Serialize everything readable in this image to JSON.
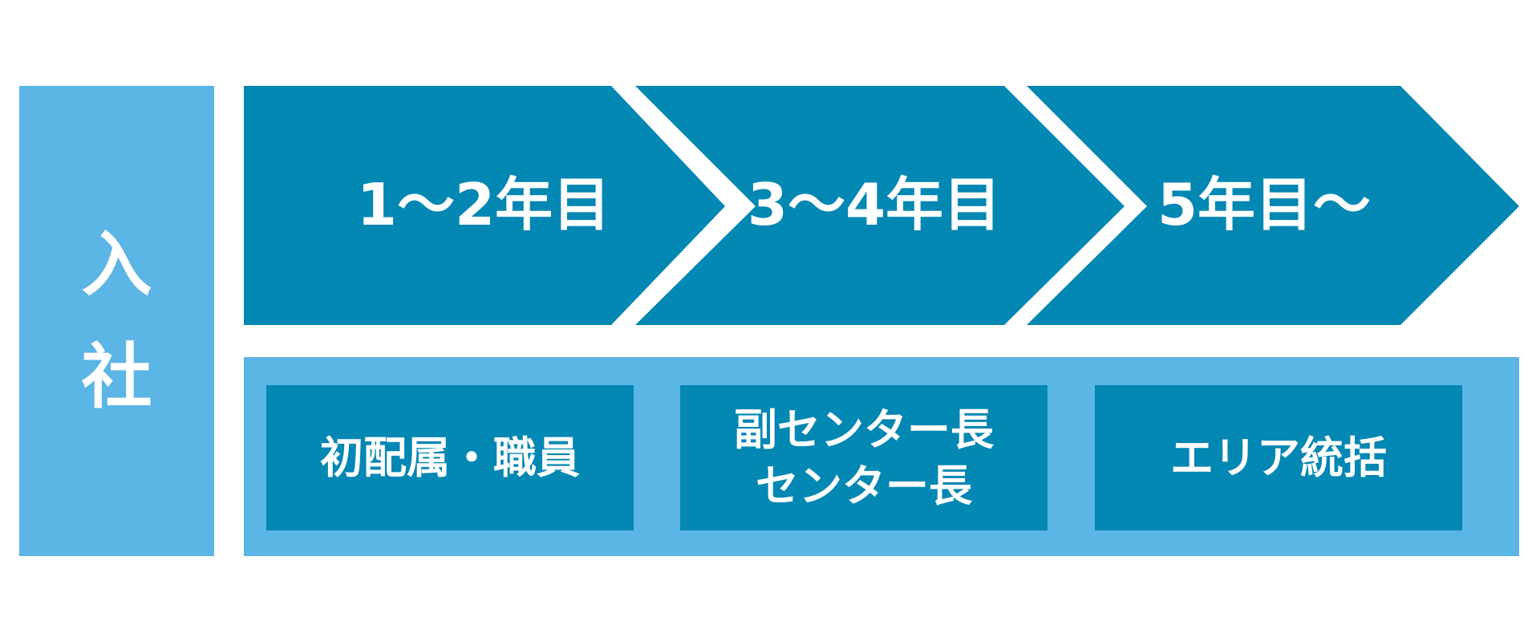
{
  "colors": {
    "light_blue": "#5bb5e5",
    "dark_blue": "#0387b3",
    "text": "#ffffff",
    "background": "#ffffff"
  },
  "entry": {
    "chars": [
      "入",
      "社"
    ]
  },
  "stages": [
    {
      "label": "1〜2年目"
    },
    {
      "label": "3〜4年目"
    },
    {
      "label": "5年目〜"
    }
  ],
  "roles": [
    {
      "lines": [
        "初配属・職員"
      ]
    },
    {
      "lines": [
        "副センター長",
        "センター長"
      ]
    },
    {
      "lines": [
        "エリア統括"
      ]
    }
  ]
}
